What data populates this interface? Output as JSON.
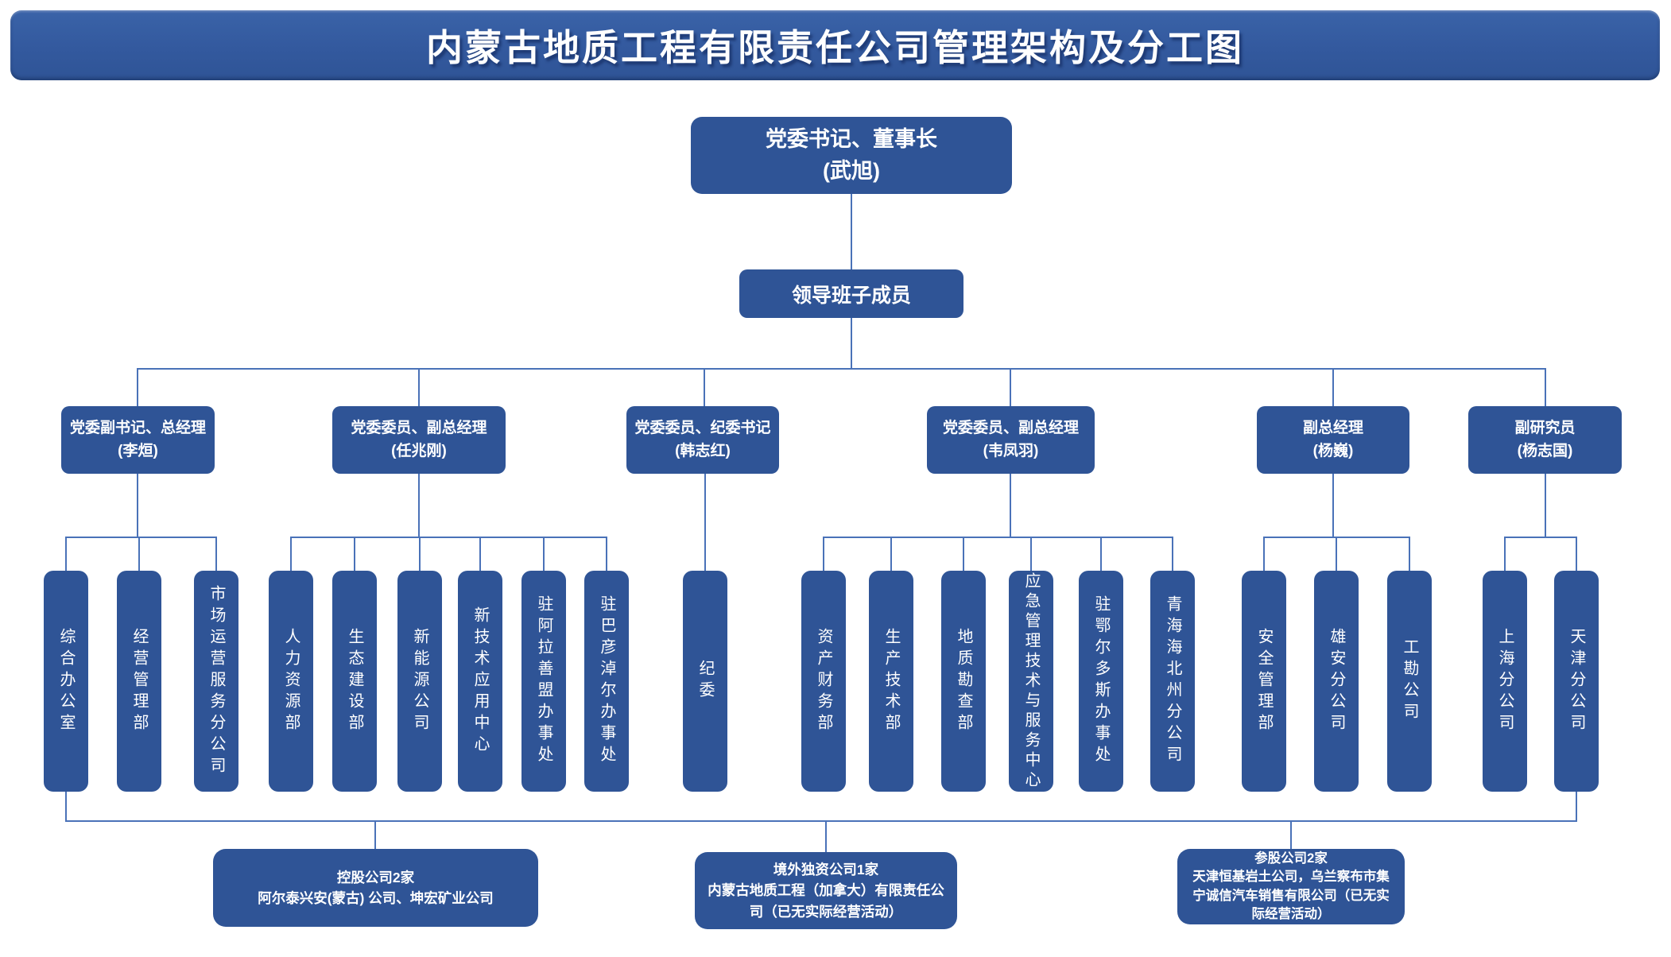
{
  "title": "内蒙古地质工程有限责任公司管理架构及分工图",
  "chairman": {
    "role": "党委书记、董事长",
    "name": "(武旭)"
  },
  "leadership": {
    "label": "领导班子成员"
  },
  "executives": [
    {
      "role": "党委副书记、总经理",
      "name": "(李烜)"
    },
    {
      "role": "党委委员、副总经理",
      "name": "(任兆刚)"
    },
    {
      "role": "党委委员、纪委书记",
      "name": "(韩志红)"
    },
    {
      "role": "党委委员、副总经理",
      "name": "(韦凤羽)"
    },
    {
      "role": "副总经理",
      "name": "(杨巍)"
    },
    {
      "role": "副研究员",
      "name": "(杨志国)"
    }
  ],
  "departments": [
    "综合办公室",
    "经营管理部",
    "市场运营服务分公司",
    "人力资源部",
    "生态建设部",
    "新能源公司",
    "新技术应用中心",
    "驻阿拉善盟办事处",
    "驻巴彦淖尔办事处",
    "纪委",
    "资产财务部",
    "生产技术部",
    "地质勘查部",
    "应急管理技术与服务中心",
    "驻鄂尔多斯办事处",
    "青海海北州分公司",
    "安全管理部",
    "雄安分公司",
    "工勘公司",
    "上海分公司",
    "天津分公司"
  ],
  "subsidiaries": [
    {
      "heading": "控股公司2家",
      "detail": "阿尔泰兴安(蒙古) 公司、坤宏矿业公司"
    },
    {
      "heading": "境外独资公司1家",
      "detail": "内蒙古地质工程（加拿大）有限责任公司（已无实际经营活动）"
    },
    {
      "heading": "参股公司2家",
      "detail": "天津恒基岩土公司，乌兰察布市集宁诚信汽车销售有限公司（已无实际经营活动）"
    }
  ],
  "colors": {
    "box_fill": "#2F5496",
    "title_bar": "#33599E",
    "connector": "#4A72B8",
    "text": "#FFFFFF"
  }
}
